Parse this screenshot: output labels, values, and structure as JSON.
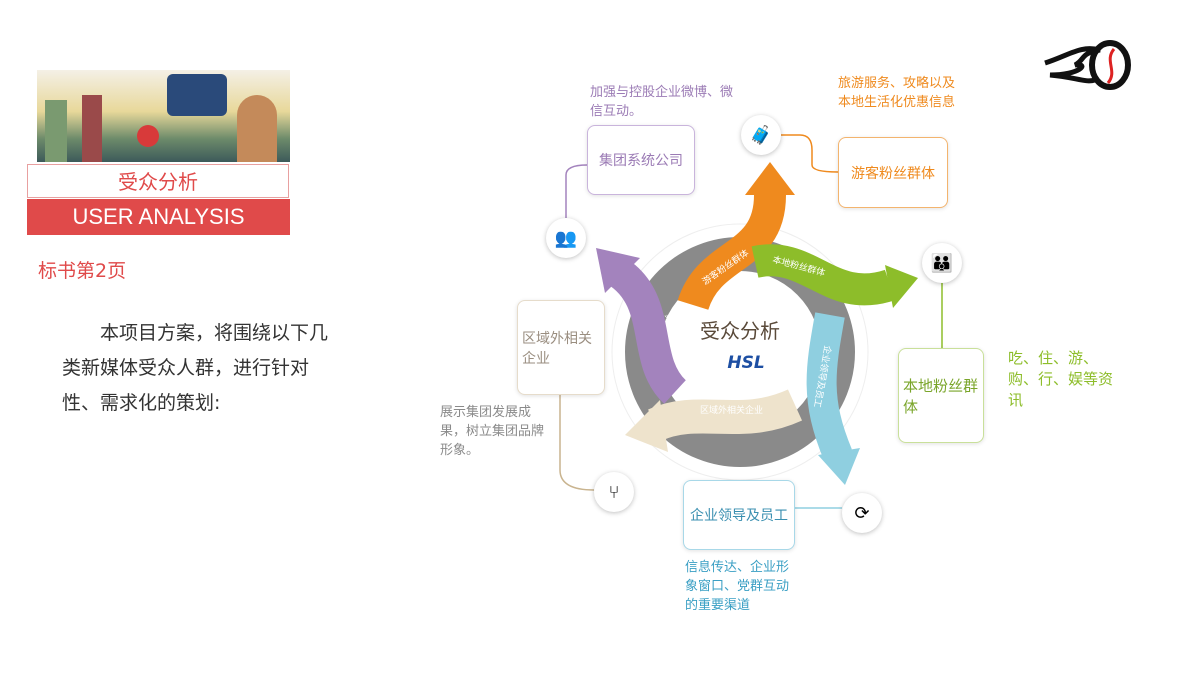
{
  "left": {
    "title_cn": "受众分析",
    "title_en": "USER ANALYSIS",
    "page_label": "标书第2页",
    "intro": "本项目方案，将围绕以下几类新媒体受众人群，进行针对性、需求化的策划:"
  },
  "center": {
    "title": "受众分析",
    "logo_text": "HSL"
  },
  "colors": {
    "accent_red": "#e04a4a",
    "orange": "#ef8a1e",
    "green": "#8dbd2a",
    "blue": "#8fcfe0",
    "beige": "#eee3cc",
    "purple": "#a383bd",
    "ring": "#8a8a8a"
  },
  "segments": [
    {
      "arrow_label": "游客粉丝群体",
      "box_label": "游客粉丝群体",
      "note": "旅游服务、攻略以及本地生活化优惠信息",
      "color": "#ef8a1e",
      "icon": "tourist-icon"
    },
    {
      "arrow_label": "本地粉丝群体",
      "box_label": "本地粉丝群体",
      "note": "吃、住、游、购、行、娱等资讯",
      "color": "#8dbd2a",
      "icon": "family-icon"
    },
    {
      "arrow_label": "企业领导及员工",
      "box_label": "企业领导及员工",
      "note": "信息传达、企业形象窗口、党群互动的重要渠道",
      "color": "#5fb6d2",
      "icon": "team-cycle-icon"
    },
    {
      "arrow_label": "区域外相关企业",
      "box_label": "区域外相关企业",
      "note": "展示集团发展成果，树立集团品牌形象。",
      "color": "#b9a98a",
      "icon": "org-chart-icon"
    },
    {
      "arrow_label": "集团系统公司",
      "box_label": "集团系统公司",
      "note": "加强与控股企业微博、微信互动。",
      "color": "#9b7bb5",
      "icon": "group-people-icon"
    }
  ]
}
